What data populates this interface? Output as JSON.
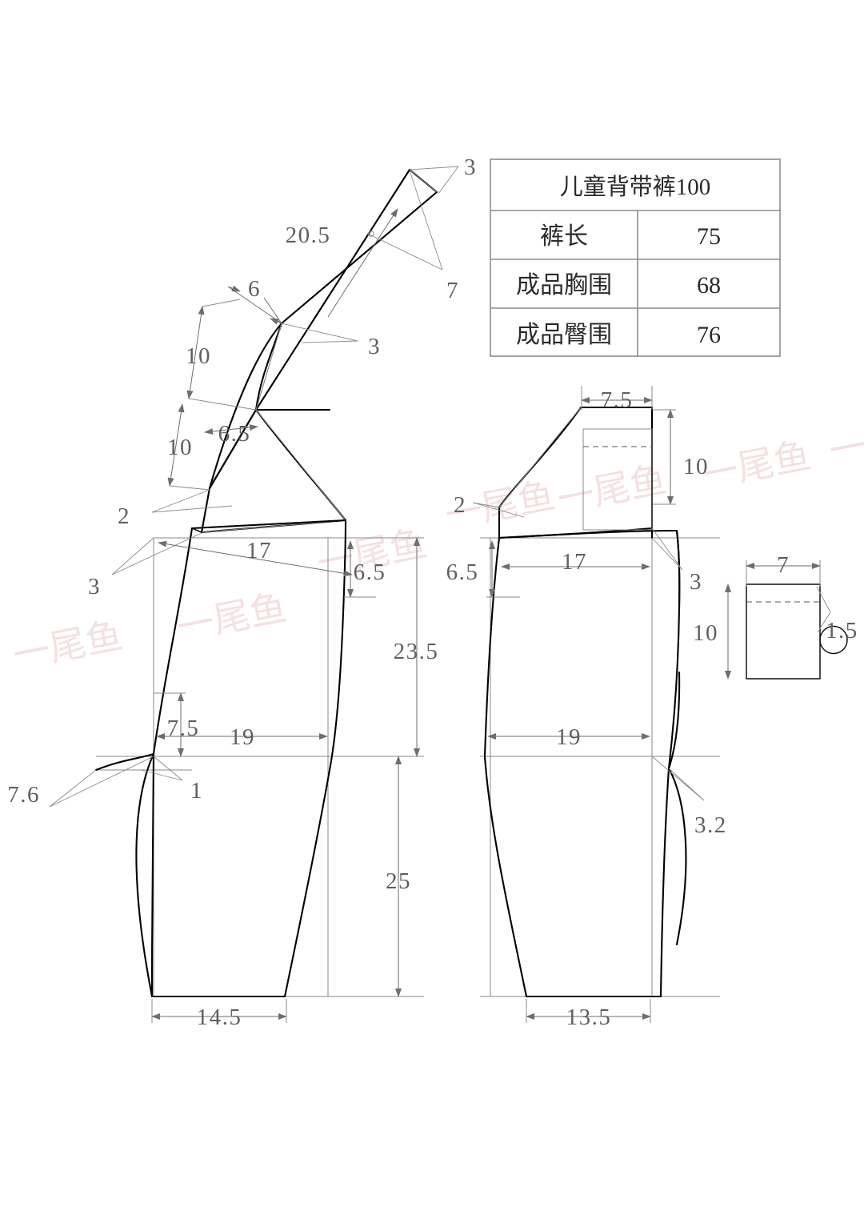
{
  "document": {
    "kind": "sewing-pattern-draft",
    "watermark_text": "一尾鱼"
  },
  "spec_table": {
    "title": "儿童背带裤100",
    "rows": [
      {
        "label": "裤长",
        "value": "75"
      },
      {
        "label": "成品胸围",
        "value": "68"
      },
      {
        "label": "成品臀围",
        "value": "76"
      }
    ]
  },
  "dimensions": {
    "strap_length": "20.5",
    "strap_tip_3": "3",
    "strap_width_7": "7",
    "strap_offset_6": "6",
    "strap_angle_3": "3",
    "bib_left_upper_10": "10",
    "bib_left_lower_10": "10",
    "bib_left_width_6_5": "6.5",
    "left_waist_2": "2",
    "left_waist_3": "3",
    "left_waist_17": "17",
    "left_dip_6_5": "6.5",
    "center_rise_23_5": "23.5",
    "center_inseam_25": "25",
    "left_hip_7_5": "7.5",
    "left_hip_19": "19",
    "left_crotch_1": "1",
    "left_crotch_7_6": "7.6",
    "left_hem_14_5": "14.5",
    "right_bib_top_7_5": "7.5",
    "right_bib_height_10": "10",
    "right_waist_2": "2",
    "right_dip_6_5": "6.5",
    "right_waist_17": "17",
    "right_waist_3": "3",
    "right_hip_19": "19",
    "right_crotch_3_2": "3.2",
    "right_hem_13_5": "13.5",
    "pocket_width_7": "7",
    "pocket_height_10": "10",
    "pocket_notch_1_5": "1.5"
  }
}
